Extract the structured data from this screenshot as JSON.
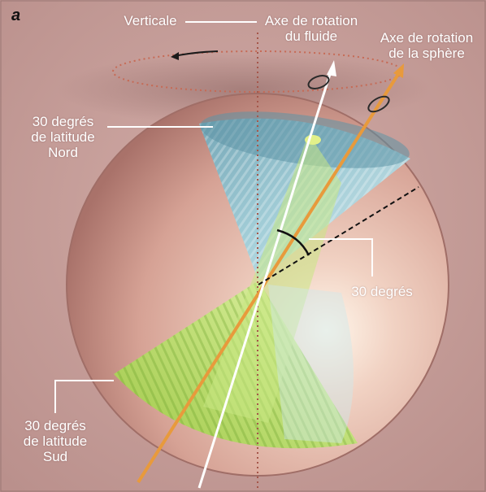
{
  "figure": {
    "panel_letter": "a",
    "labels": {
      "vertical": "Verticale",
      "fluid_axis": "Axe de rotation\ndu fluide",
      "sphere_axis": "Axe de rotation\nde la sphère",
      "north_latitude": "30 degrés\nde latitude\nNord",
      "angle": "30 degrés",
      "south_latitude": "30 degrés\nde latitude\nSud"
    },
    "colors": {
      "background": "#c49e9a",
      "sphere": "#d9a99e",
      "sphere_axis": "#e89a3c",
      "fluid_axis": "#ffffff",
      "blue_cone": "#8cc6d6",
      "green_cone": "#b7e06a"
    }
  }
}
